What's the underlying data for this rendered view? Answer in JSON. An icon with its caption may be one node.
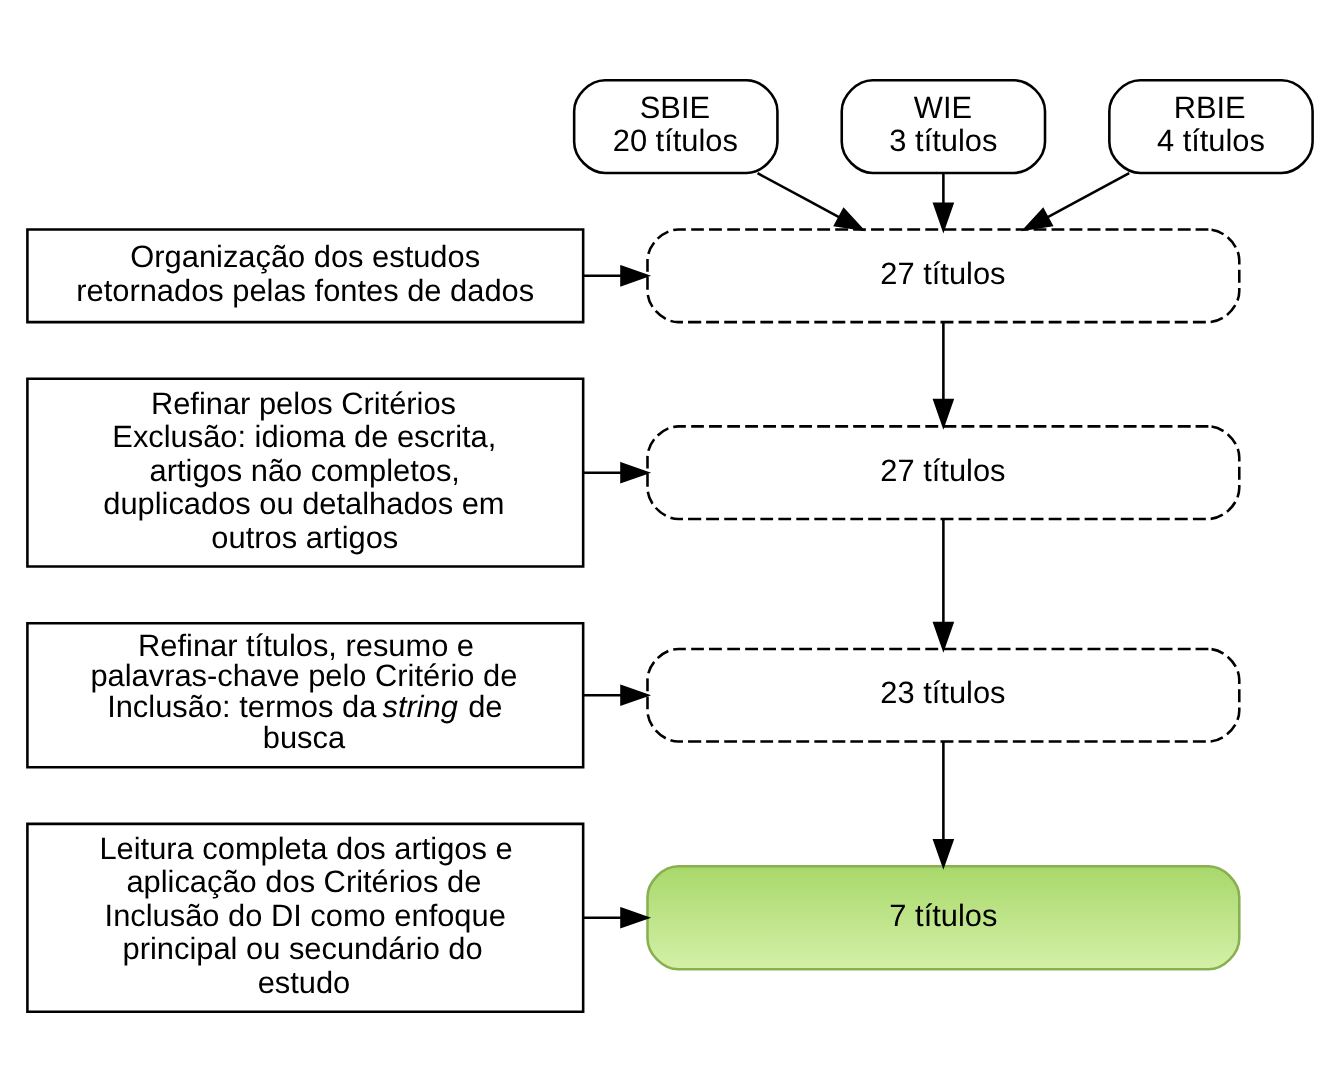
{
  "diagram": {
    "nodes": [
      {
        "text": [
          "SBIE",
          "20 títulos"
        ]
      },
      {
        "text": [
          "WIE",
          "3 títulos"
        ]
      },
      {
        "text": [
          "RBIE",
          "4 títulos"
        ]
      },
      {
        "text": [
          "Organização dos estudos retornados pelas fontes de dados"
        ]
      },
      {
        "text": [
          "27 títulos"
        ]
      },
      {
        "text": [
          "Refinar pelos Critérios Exclusão: idioma de escrita, artigos não completos, duplicados ou detalhados em outros artigos"
        ]
      },
      {
        "text": [
          "27 títulos"
        ]
      },
      {
        "text": [
          "Refinar títulos, resumo e palavras-chave pelo Critério de Inclusão: termos da *string* de busca"
        ]
      },
      {
        "text": [
          "23 títulos"
        ]
      },
      {
        "text": [
          "Leitura completa dos artigos e aplicação dos Critérios de Inclusão do DI como enfoque principal ou secundário do estudo"
        ]
      },
      {
        "text": [
          "7 títulos"
        ]
      }
    ],
    "edges": [
      {
        "from": 0,
        "to": 4,
        "arrow": "to"
      },
      {
        "from": 1,
        "to": 4,
        "arrow": "to"
      },
      {
        "from": 2,
        "to": 4,
        "arrow": "to"
      },
      {
        "from": 3,
        "to": 4,
        "arrow": "to"
      },
      {
        "from": 4,
        "to": 6,
        "arrow": "to"
      },
      {
        "from": 5,
        "to": 6,
        "arrow": "to"
      },
      {
        "from": 6,
        "to": 8,
        "arrow": "to"
      },
      {
        "from": 7,
        "to": 8,
        "arrow": "to"
      },
      {
        "from": 8,
        "to": 10,
        "arrow": "to"
      },
      {
        "from": 9,
        "to": 10,
        "arrow": "to"
      }
    ]
  }
}
